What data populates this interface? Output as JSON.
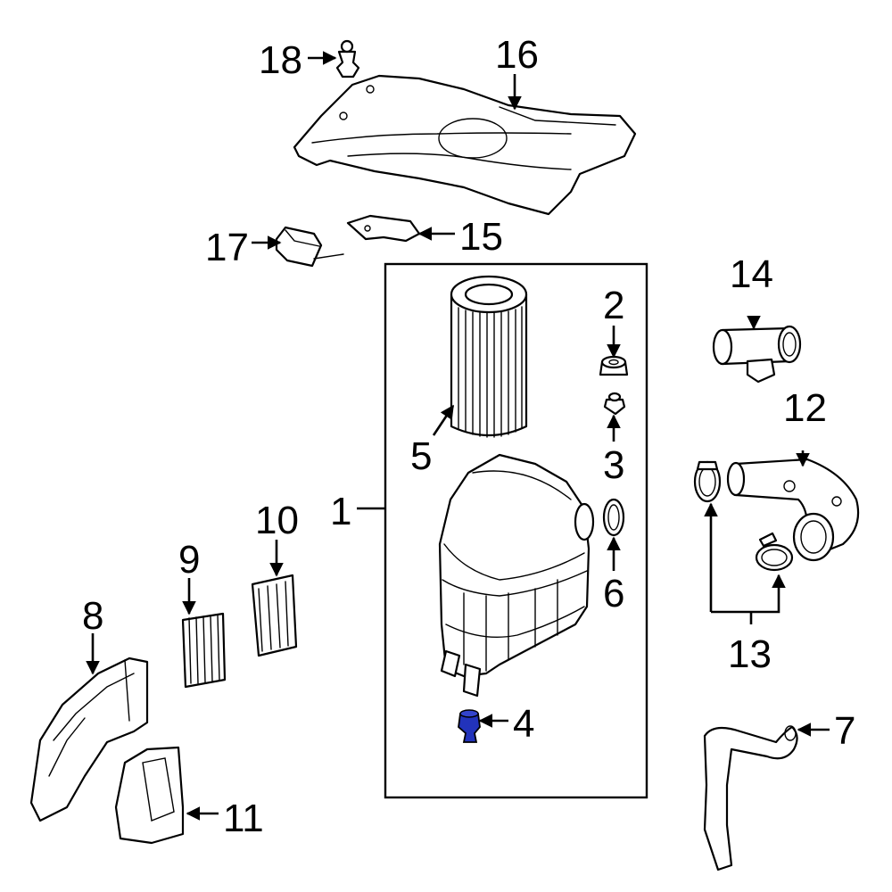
{
  "diagram": {
    "callouts": {
      "c1": "1",
      "c2": "2",
      "c3": "3",
      "c4": "4",
      "c5": "5",
      "c6": "6",
      "c7": "7",
      "c8": "8",
      "c9": "9",
      "c10": "10",
      "c11": "11",
      "c12": "12",
      "c13": "13",
      "c14": "14",
      "c15": "15",
      "c16": "16",
      "c17": "17",
      "c18": "18"
    },
    "colors": {
      "line": "#000000",
      "highlight": "#2233bb",
      "background": "#ffffff"
    }
  }
}
